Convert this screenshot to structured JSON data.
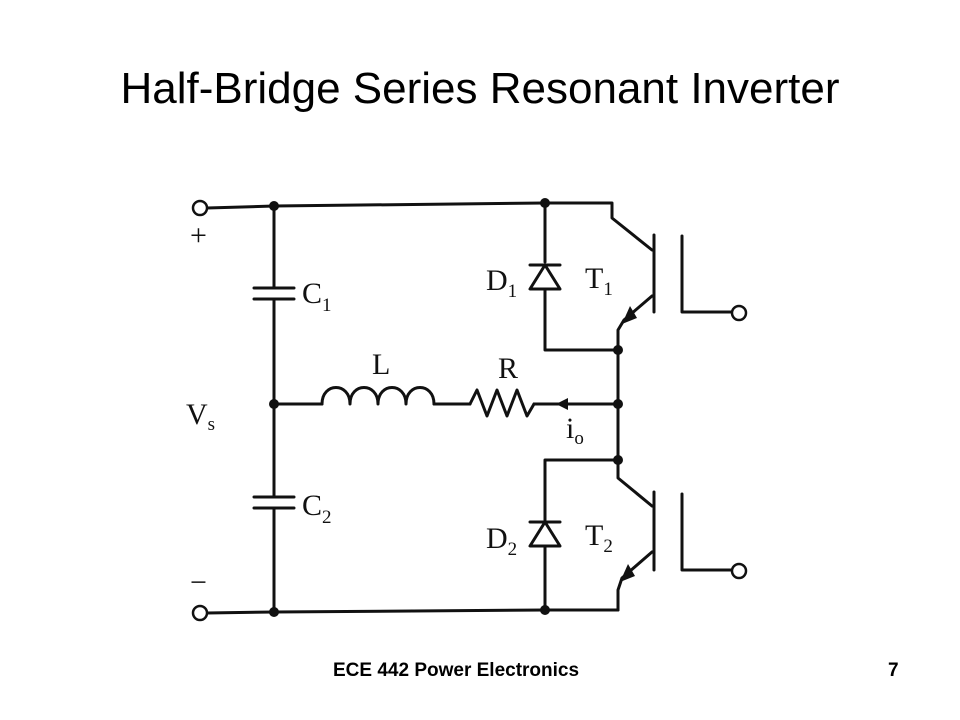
{
  "slide": {
    "title": "Half-Bridge Series Resonant Inverter",
    "footer_course": "ECE 442 Power Electronics",
    "page_number": "7"
  },
  "circuit": {
    "plus_sign": "+",
    "minus_sign": "−",
    "vs": {
      "main": "V",
      "sub": "s"
    },
    "c1": {
      "main": "C",
      "sub": "1"
    },
    "c2": {
      "main": "C",
      "sub": "2"
    },
    "l": {
      "main": "L"
    },
    "r": {
      "main": "R"
    },
    "d1": {
      "main": "D",
      "sub": "1"
    },
    "d2": {
      "main": "D",
      "sub": "2"
    },
    "t1": {
      "main": "T",
      "sub": "1"
    },
    "t2": {
      "main": "T",
      "sub": "2"
    },
    "io": {
      "main": "i",
      "sub": "o"
    },
    "ink_color": "#111111"
  }
}
